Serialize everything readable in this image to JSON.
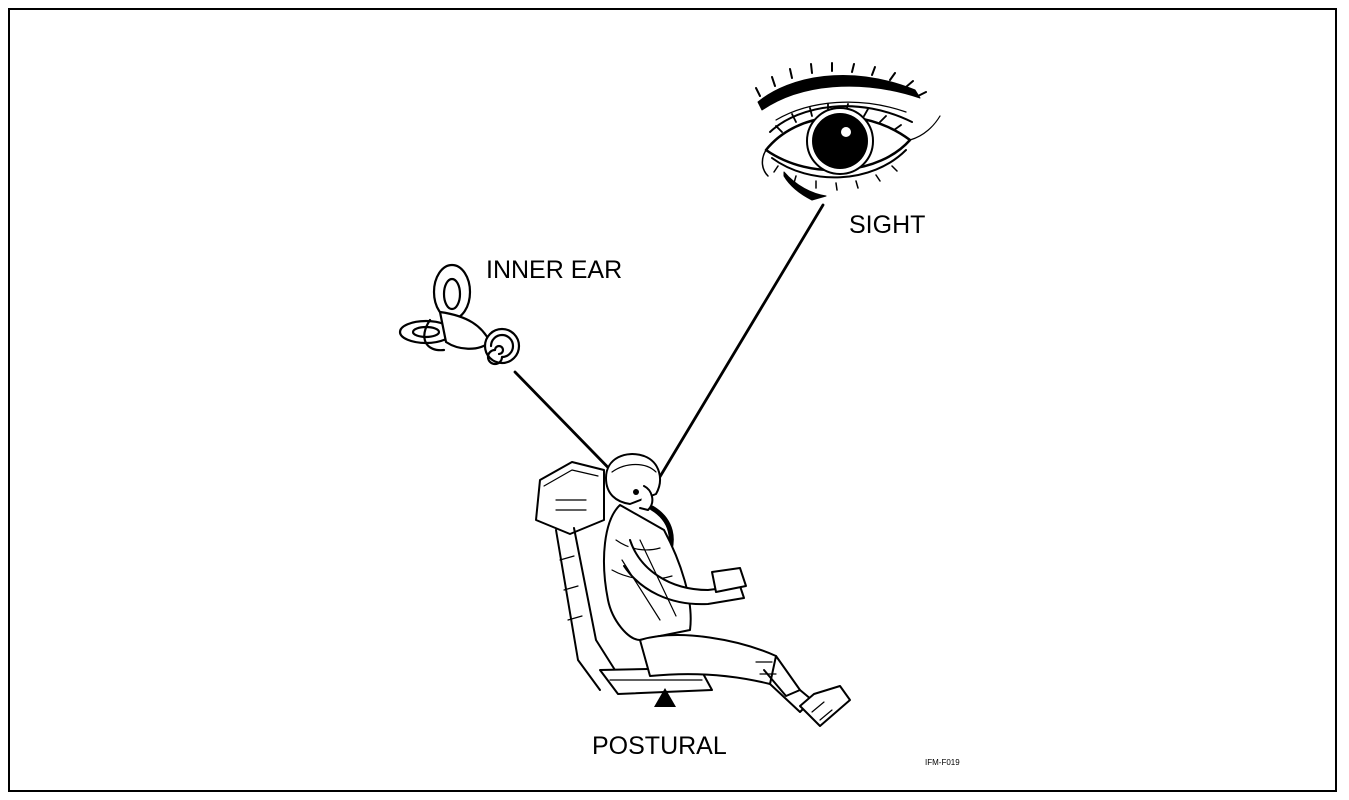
{
  "labels": {
    "sight": "SIGHT",
    "inner_ear": "INNER EAR",
    "postural": "POSTURAL",
    "figure_code": "IFM-F019"
  },
  "icons": {
    "sight": "eye-icon",
    "inner_ear": "inner-ear-icon",
    "postural": "seated-pilot-icon",
    "pointer": "triangle-up-icon"
  },
  "colors": {
    "ink": "#000000",
    "background": "#ffffff"
  }
}
